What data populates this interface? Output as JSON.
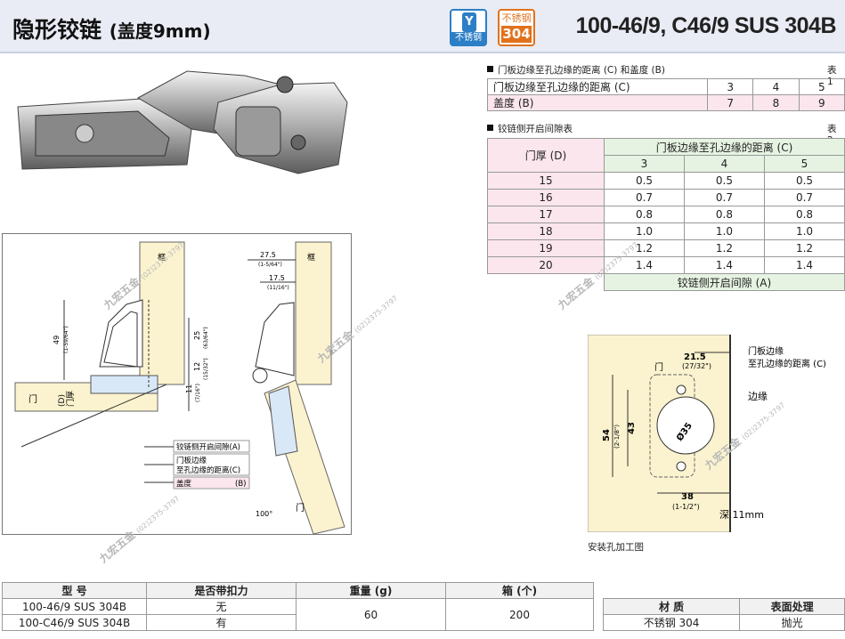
{
  "header": {
    "title": "隐形铰链",
    "subtitle": "(盖度9mm)",
    "model": "100-46/9, C46/9 SUS 304B",
    "badge_stainless": "不锈钢",
    "badge_grade_label": "不锈钢",
    "badge_grade": "304",
    "icon": "stainless-steel-icon"
  },
  "table1": {
    "caption": "门板边缘至孔边缘的距离 (C) 和盖度 (B)",
    "label": "表 1",
    "rows": [
      {
        "label": "门板边缘至孔边缘的距离 (C)",
        "values": [
          "3",
          "4",
          "5"
        ]
      },
      {
        "label": "盖度 (B)",
        "values": [
          "7",
          "8",
          "9"
        ]
      }
    ]
  },
  "table2": {
    "caption": "铰链侧开启间隙表",
    "label": "表 2",
    "door_header": "门厚 (D)",
    "group_header": "门板边缘至孔边缘的距离 (C)",
    "cols": [
      "3",
      "4",
      "5"
    ],
    "rows": [
      {
        "d": "15",
        "v": [
          "0.5",
          "0.5",
          "0.5"
        ]
      },
      {
        "d": "16",
        "v": [
          "0.7",
          "0.7",
          "0.7"
        ]
      },
      {
        "d": "17",
        "v": [
          "0.8",
          "0.8",
          "0.8"
        ]
      },
      {
        "d": "18",
        "v": [
          "1.0",
          "1.0",
          "1.0"
        ]
      },
      {
        "d": "19",
        "v": [
          "1.2",
          "1.2",
          "1.2"
        ]
      },
      {
        "d": "20",
        "v": [
          "1.4",
          "1.4",
          "1.4"
        ]
      }
    ],
    "footer": "铰链侧开启间隙 (A)"
  },
  "drawing1": {
    "frame": "框",
    "door": "门",
    "door_thick": "门厚",
    "d_label": "(D)",
    "dim49": "49",
    "dim49_in": "(1-59/64\")",
    "dim25": "25",
    "dim25_in": "(63/64\")",
    "dim12": "12",
    "dim12_in": "(15/32\")",
    "dim11": "11",
    "dim11_in": "(7/16\")",
    "legend_a": "铰链侧开启间隙(A)",
    "legend_c1": "门板边缘",
    "legend_c2": "至孔边缘的距离(C)",
    "legend_b": "盖度",
    "legend_b_code": "(B)"
  },
  "drawing2": {
    "frame": "框",
    "door": "门",
    "dim275": "27.5",
    "dim275_in": "(1-5/64\")",
    "dim175": "17.5",
    "dim175_in": "(11/16\")",
    "angle": "100°"
  },
  "drill": {
    "title": "安装孔加工图",
    "door": "门",
    "edge": "边缘",
    "dim215": "21.5",
    "dim215_in": "(27/32\")",
    "dist_label1": "门板边缘",
    "dist_label2": "至孔边缘的距离 (C)",
    "dim54": "54",
    "dim54_in": "(2-1/8\")",
    "dim43": "43",
    "dim35": "Ø35",
    "dim38": "38",
    "dim38_in": "(1-1/2\")",
    "depth": "深 11mm"
  },
  "watermark": {
    "name": "九宏五金",
    "phone": "(02)2375-3797"
  },
  "models": {
    "headers": [
      "型 号",
      "是否带扣力",
      "重量 (g)",
      "箱 (个)"
    ],
    "rows": [
      [
        "100-46/9 SUS 304B",
        "无"
      ],
      [
        "100-C46/9 SUS 304B",
        "有"
      ]
    ],
    "weight": "60",
    "box": "200"
  },
  "material": {
    "headers": [
      "材 质",
      "表面处理"
    ],
    "values": [
      "不锈钢 304",
      "抛光"
    ]
  }
}
